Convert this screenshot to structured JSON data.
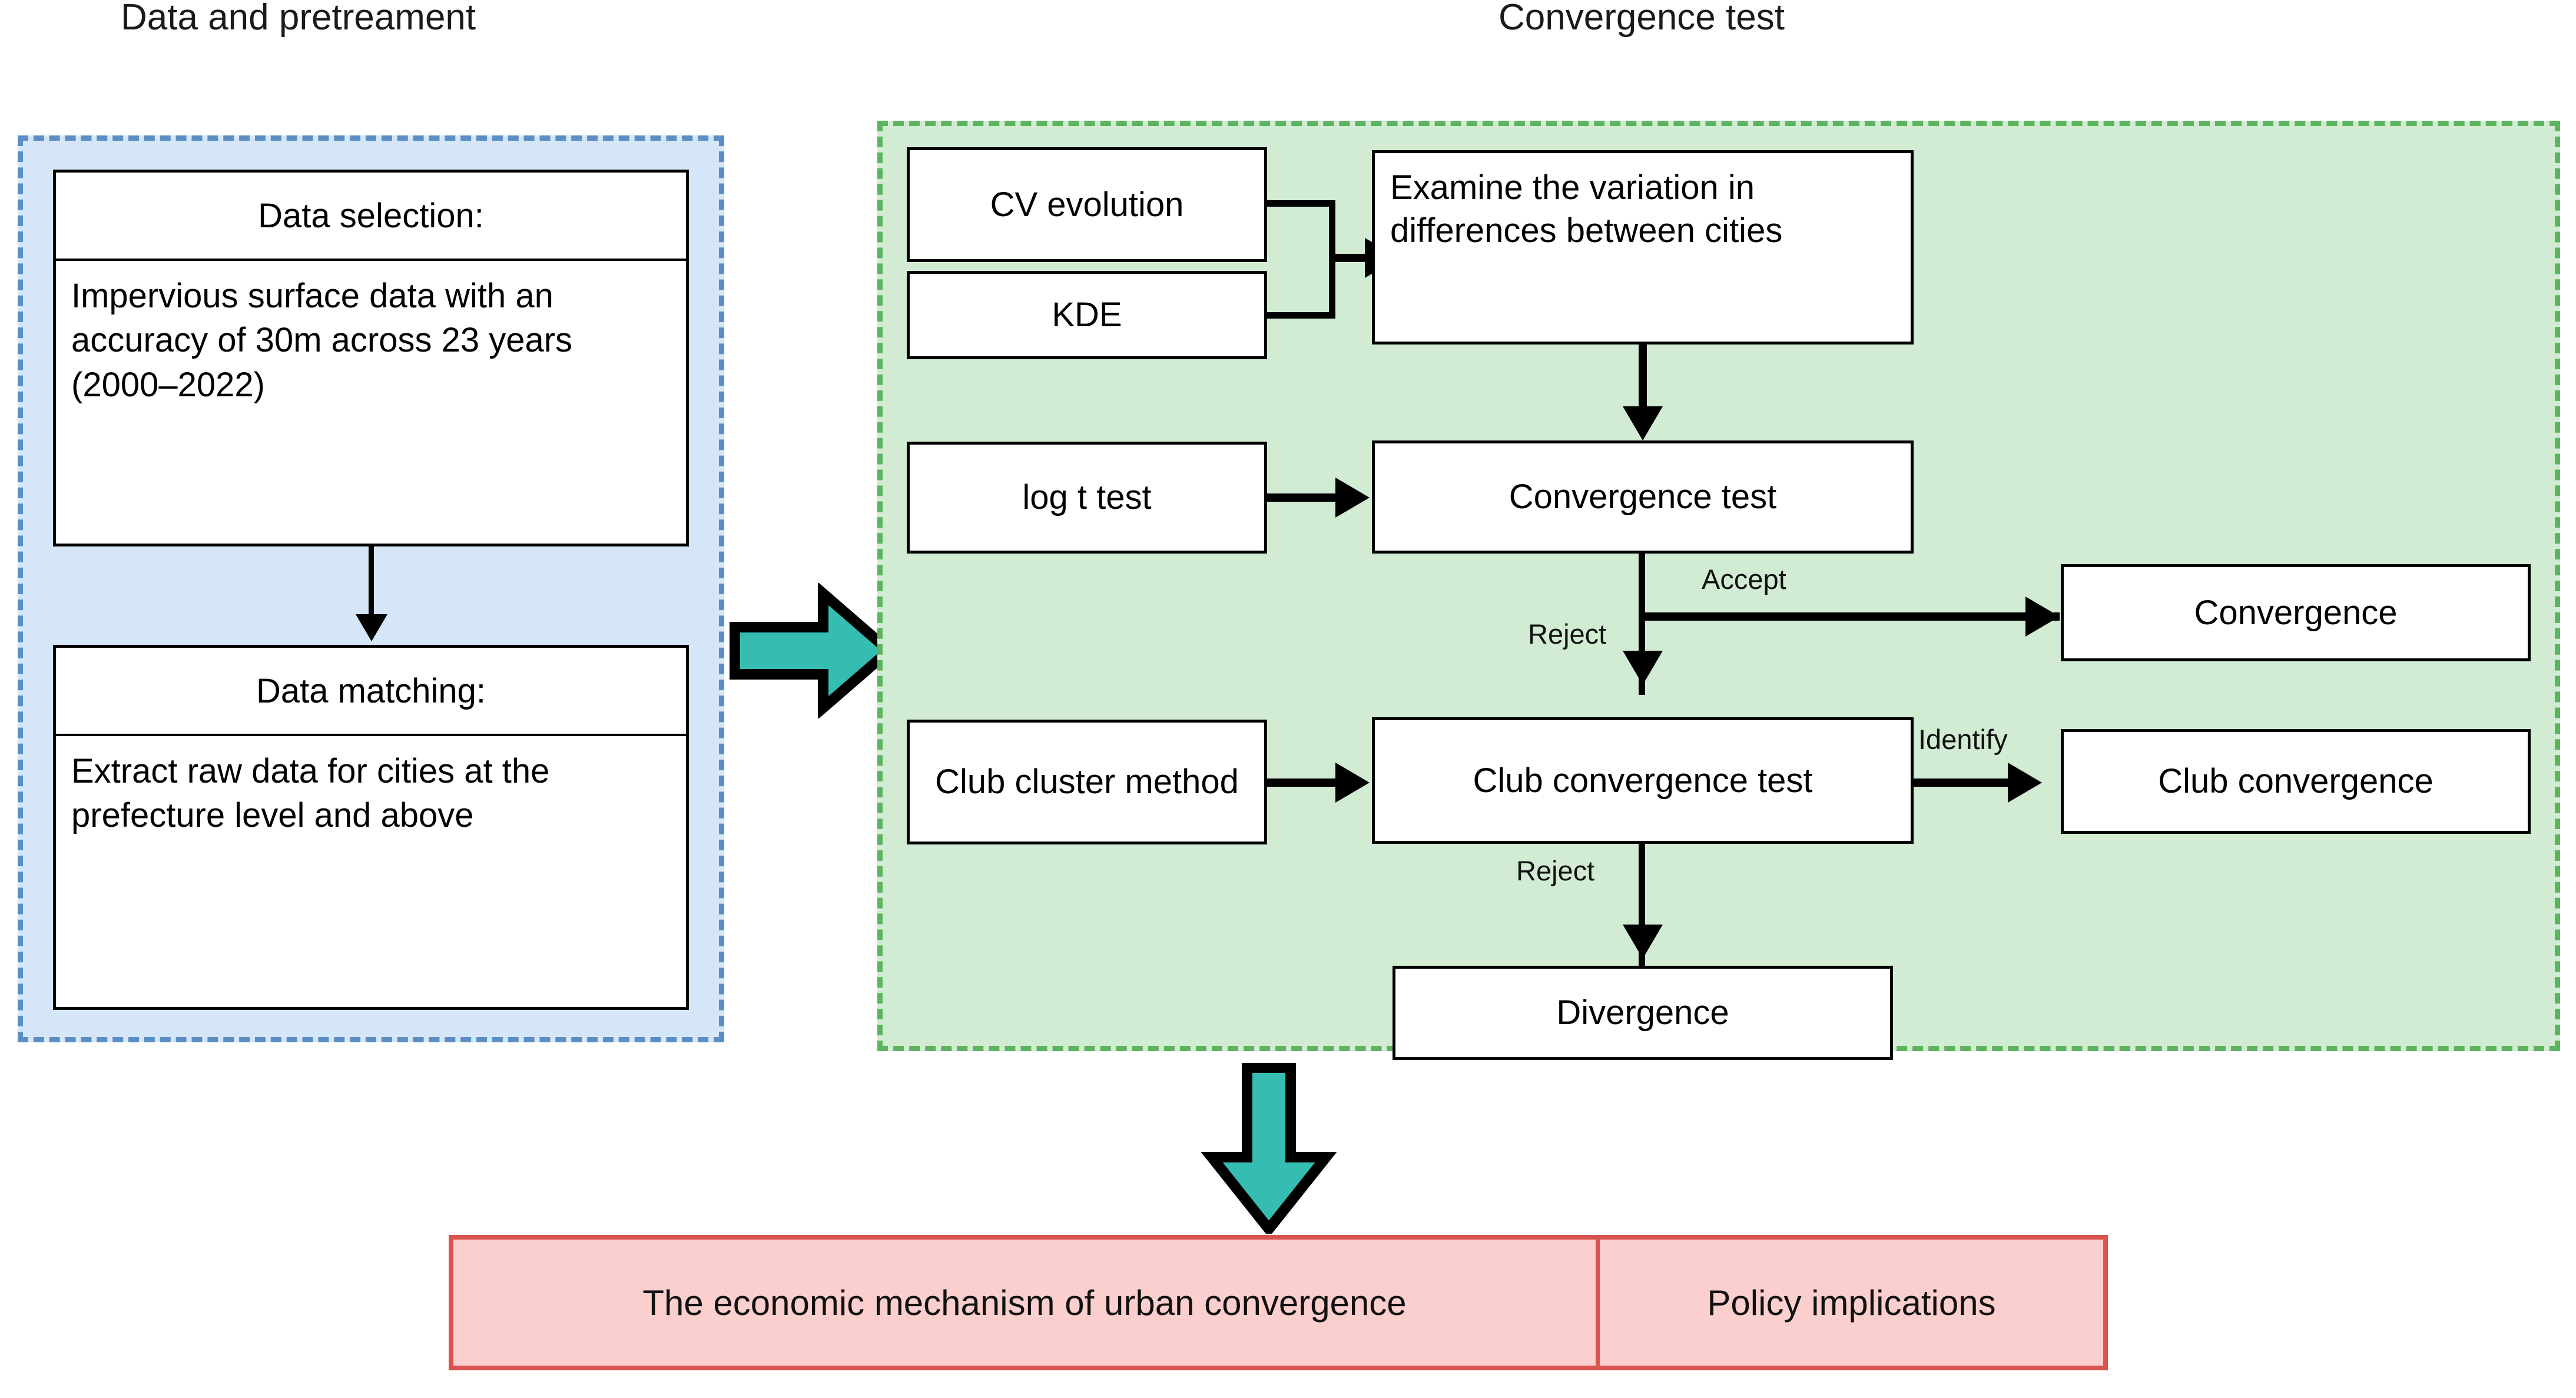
{
  "sections": {
    "left_caption": "Data and pretreament",
    "right_caption": "Convergence test"
  },
  "left_panel": {
    "data_selection": {
      "header": "Data selection:",
      "body": "Impervious surface data with an accuracy of 30m across 23 years (2000–2022)"
    },
    "data_matching": {
      "header": "Data matching:",
      "body": "Extract raw data for cities at the prefecture level and above"
    }
  },
  "right_panel": {
    "cv_evolution": "CV evolution",
    "kde": "KDE",
    "examine": "Examine the variation in differences between cities",
    "log_t_test": "log t test",
    "convergence_test": "Convergence test",
    "convergence": "Convergence",
    "club_cluster_method": "Club cluster method",
    "club_convergence_test": "Club convergence test",
    "club_convergence": "Club convergence",
    "divergence": "Divergence"
  },
  "edge_labels": {
    "accept": "Accept",
    "reject_1": "Reject",
    "identify": "Identify",
    "reject_2": "Reject"
  },
  "bottom_bar": {
    "mechanism": "The economic mechanism of urban convergence",
    "policy": "Policy implications"
  },
  "icons": {
    "flow_arrow_right": "right-block-arrow",
    "flow_arrow_down": "down-block-arrow"
  },
  "colors": {
    "panel_blue_fill": "#d4e6f7",
    "panel_blue_border": "#5b8fc4",
    "panel_green_fill": "#d2ecd4",
    "panel_green_border": "#5cb45f",
    "teal_arrow": "#35bdb2",
    "pink_fill": "#fbcfcd",
    "pink_border": "#d9534f",
    "box_border": "#000000"
  }
}
